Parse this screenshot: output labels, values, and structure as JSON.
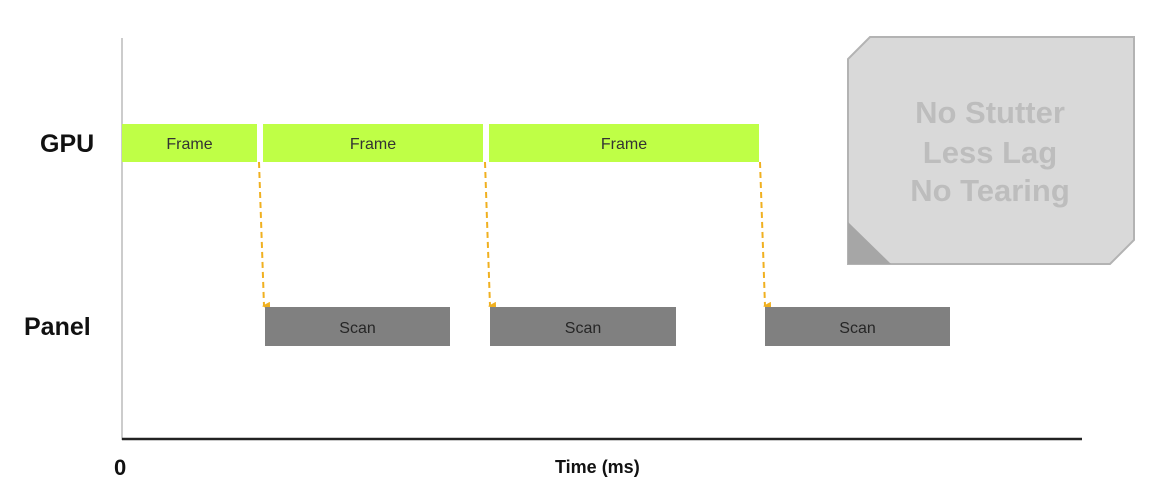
{
  "rows": {
    "gpu_label": "GPU",
    "panel_label": "Panel"
  },
  "axis": {
    "origin_label": "0",
    "x_label": "Time (ms)"
  },
  "gpu_frames": [
    {
      "label": "Frame"
    },
    {
      "label": "Frame"
    },
    {
      "label": "Frame"
    }
  ],
  "panel_scans": [
    {
      "label": "Scan"
    },
    {
      "label": "Scan"
    },
    {
      "label": "Scan"
    }
  ],
  "callout": {
    "lines": [
      "No Stutter",
      "Less Lag",
      "No Tearing"
    ]
  },
  "colors": {
    "frame_fill": "#bfff46",
    "scan_fill": "#808080",
    "arrow": "#f0b020",
    "callout_fill": "#d9d9d9",
    "callout_stroke": "#b3b3b3",
    "callout_fold": "#a6a6a6",
    "axis": "#222222"
  }
}
